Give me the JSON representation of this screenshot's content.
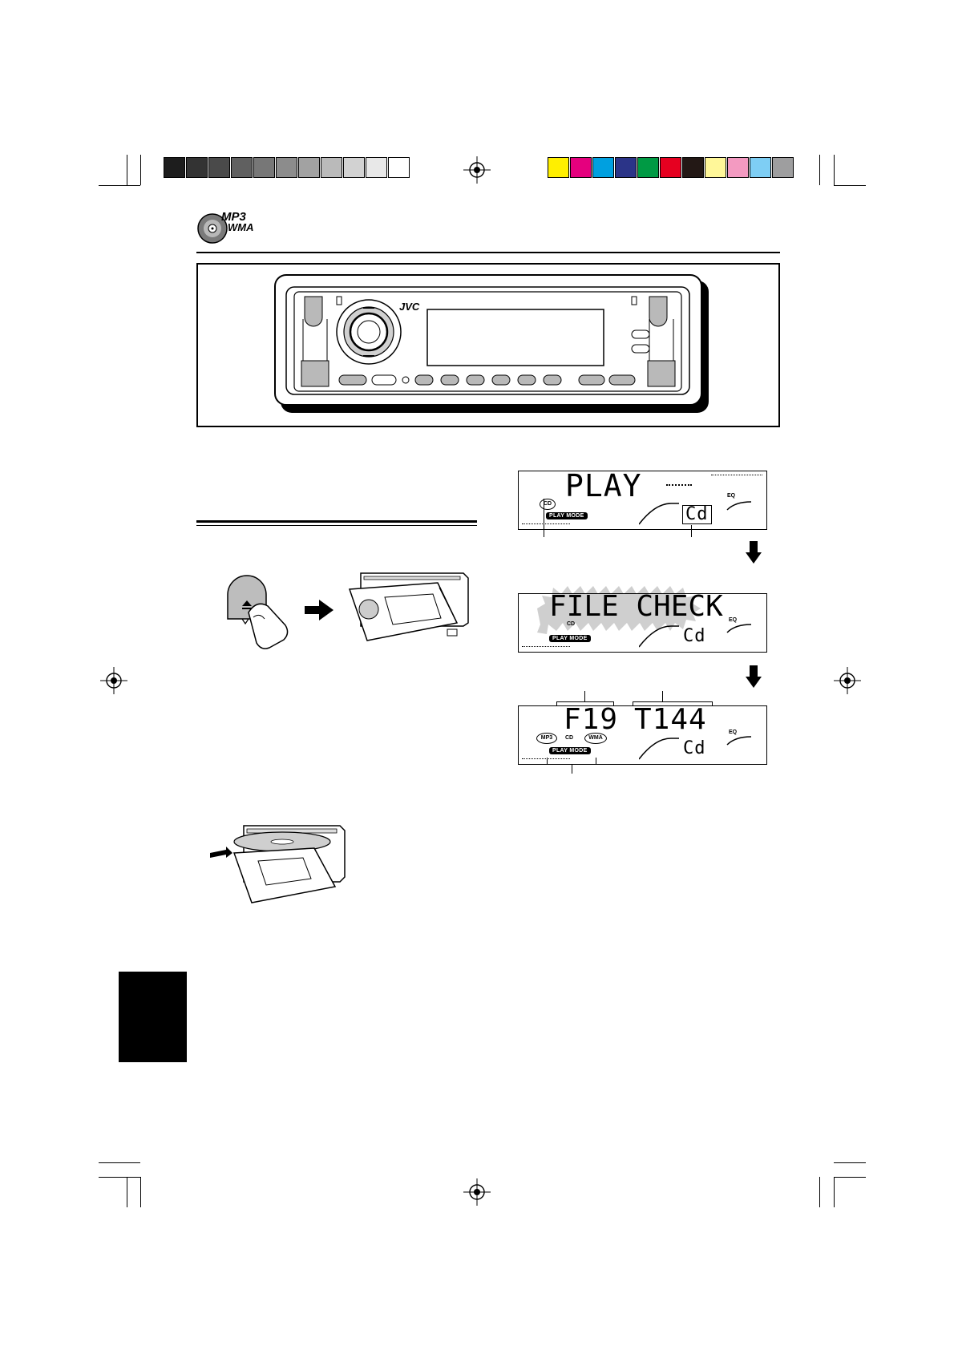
{
  "header": {
    "logo_line1": "MP3",
    "logo_line2": "WMA"
  },
  "color_bar": {
    "grays": [
      "#1d1d1d",
      "#333333",
      "#4a4a4a",
      "#606060",
      "#777777",
      "#8c8c8c",
      "#a2a2a2",
      "#bababa",
      "#d2d2d2",
      "#e8e8e8",
      "#ffffff"
    ],
    "colors": [
      "#ffef00",
      "#e5007e",
      "#00a0e0",
      "#2b3488",
      "#009a44",
      "#e60020",
      "#231815",
      "#fff799",
      "#f39ac1",
      "#7ecef4",
      "#9e9e9f"
    ]
  },
  "unit": {
    "brand": "JVC"
  },
  "displays": {
    "play": {
      "main_text": "PLAY",
      "cd_indicator": "CD",
      "play_mode": "PLAY MODE",
      "eq": "EQ",
      "source": "Cd"
    },
    "file_check": {
      "main_text": "FILE CHECK",
      "cd_indicator": "CD",
      "play_mode": "PLAY MODE",
      "eq": "EQ",
      "source": "Cd"
    },
    "folder_track": {
      "folder_text": "F19",
      "track_text": "T144",
      "mp3_indicator": "MP3",
      "cd_indicator": "CD",
      "wma_indicator": "WMA",
      "play_mode": "PLAY MODE",
      "eq": "EQ",
      "source": "Cd"
    }
  }
}
